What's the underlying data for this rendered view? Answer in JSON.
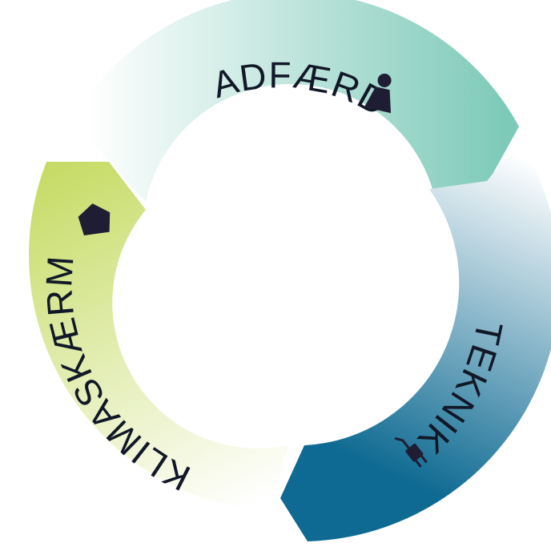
{
  "diagram": {
    "segments": [
      {
        "id": "adfaerd",
        "label": "ADFÆRD",
        "icon": "person-icon",
        "colors": {
          "light": "#ffffff",
          "dark": "#7ecab9"
        }
      },
      {
        "id": "teknik",
        "label": "TEKNIK",
        "icon": "plug-icon",
        "colors": {
          "light": "#ffffff",
          "dark": "#0e6a92"
        }
      },
      {
        "id": "klimaskaerm",
        "label": "KLIMASKÆRM",
        "icon": "house-icon",
        "colors": {
          "light": "#ffffff",
          "dark": "#c7dc68"
        }
      }
    ]
  }
}
